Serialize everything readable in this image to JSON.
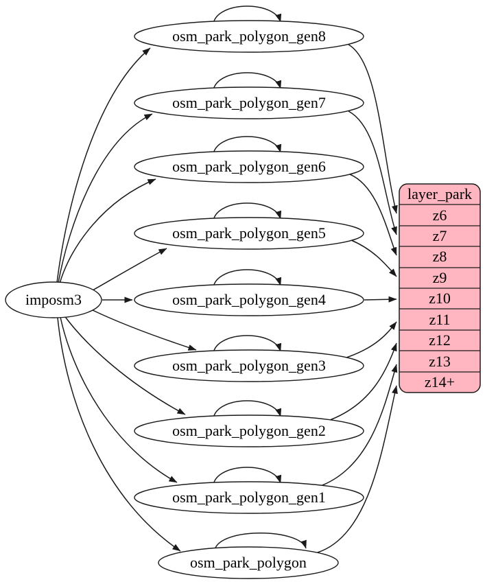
{
  "colors": {
    "table_fill": "#ffb6c1",
    "node_fill": "#ffffff",
    "edge_stroke": "#1a1a1a",
    "text": "#000000"
  },
  "nodes": {
    "imposm3": {
      "label": "imposm3"
    },
    "gen8": {
      "label": "osm_park_polygon_gen8"
    },
    "gen7": {
      "label": "osm_park_polygon_gen7"
    },
    "gen6": {
      "label": "osm_park_polygon_gen6"
    },
    "gen5": {
      "label": "osm_park_polygon_gen5"
    },
    "gen4": {
      "label": "osm_park_polygon_gen4"
    },
    "gen3": {
      "label": "osm_park_polygon_gen3"
    },
    "gen2": {
      "label": "osm_park_polygon_gen2"
    },
    "gen1": {
      "label": "osm_park_polygon_gen1"
    },
    "polygon": {
      "label": "osm_park_polygon"
    }
  },
  "table": {
    "title": "layer_park",
    "rows": [
      "z6",
      "z7",
      "z8",
      "z9",
      "z10",
      "z11",
      "z12",
      "z13",
      "z14+"
    ]
  },
  "edges": [
    {
      "from": "imposm3",
      "to": "osm_park_polygon_gen8"
    },
    {
      "from": "imposm3",
      "to": "osm_park_polygon_gen7"
    },
    {
      "from": "imposm3",
      "to": "osm_park_polygon_gen6"
    },
    {
      "from": "imposm3",
      "to": "osm_park_polygon_gen5"
    },
    {
      "from": "imposm3",
      "to": "osm_park_polygon_gen4"
    },
    {
      "from": "imposm3",
      "to": "osm_park_polygon_gen3"
    },
    {
      "from": "imposm3",
      "to": "osm_park_polygon_gen2"
    },
    {
      "from": "imposm3",
      "to": "osm_park_polygon_gen1"
    },
    {
      "from": "imposm3",
      "to": "osm_park_polygon"
    },
    {
      "from": "osm_park_polygon_gen8",
      "to": "osm_park_polygon_gen8",
      "kind": "self-loop"
    },
    {
      "from": "osm_park_polygon_gen7",
      "to": "osm_park_polygon_gen7",
      "kind": "self-loop"
    },
    {
      "from": "osm_park_polygon_gen6",
      "to": "osm_park_polygon_gen6",
      "kind": "self-loop"
    },
    {
      "from": "osm_park_polygon_gen5",
      "to": "osm_park_polygon_gen5",
      "kind": "self-loop"
    },
    {
      "from": "osm_park_polygon_gen4",
      "to": "osm_park_polygon_gen4",
      "kind": "self-loop"
    },
    {
      "from": "osm_park_polygon_gen3",
      "to": "osm_park_polygon_gen3",
      "kind": "self-loop"
    },
    {
      "from": "osm_park_polygon_gen2",
      "to": "osm_park_polygon_gen2",
      "kind": "self-loop"
    },
    {
      "from": "osm_park_polygon_gen1",
      "to": "osm_park_polygon_gen1",
      "kind": "self-loop"
    },
    {
      "from": "osm_park_polygon",
      "to": "osm_park_polygon",
      "kind": "self-loop"
    },
    {
      "from": "osm_park_polygon_gen8",
      "to": "layer_park.z6"
    },
    {
      "from": "osm_park_polygon_gen7",
      "to": "layer_park.z7"
    },
    {
      "from": "osm_park_polygon_gen6",
      "to": "layer_park.z8"
    },
    {
      "from": "osm_park_polygon_gen5",
      "to": "layer_park.z9"
    },
    {
      "from": "osm_park_polygon_gen4",
      "to": "layer_park.z10"
    },
    {
      "from": "osm_park_polygon_gen3",
      "to": "layer_park.z11"
    },
    {
      "from": "osm_park_polygon_gen2",
      "to": "layer_park.z12"
    },
    {
      "from": "osm_park_polygon_gen1",
      "to": "layer_park.z13"
    },
    {
      "from": "osm_park_polygon",
      "to": "layer_park.z14+"
    }
  ]
}
